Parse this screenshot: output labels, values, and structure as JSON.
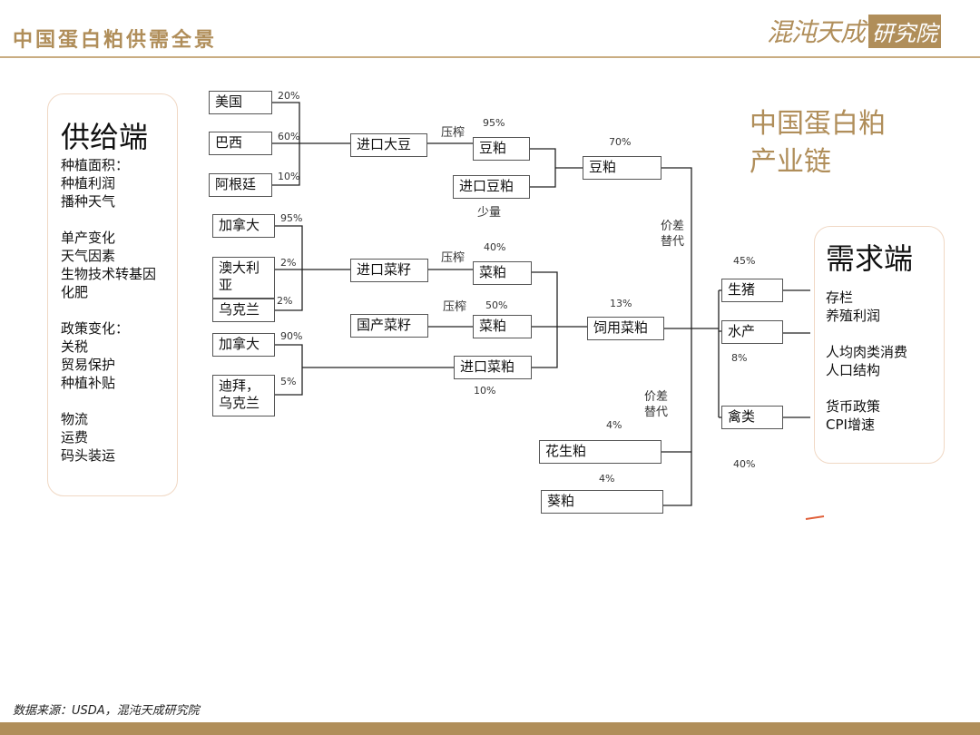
{
  "header": {
    "title": "中国蛋白粕供需全景",
    "logo_text": "混沌天成",
    "logo_box": "研究院"
  },
  "diagram_title": [
    "中国蛋白粕",
    "产业链"
  ],
  "supply_panel": {
    "title": "供给端",
    "groups": [
      [
        "种植面积：",
        "种植利润",
        "播种天气"
      ],
      [
        "单产变化",
        "天气因素",
        "生物技术转基因",
        "化肥"
      ],
      [
        "政策变化：",
        "关税",
        "贸易保护",
        "种植补贴"
      ],
      [
        "物流",
        "运费",
        "码头装运"
      ]
    ]
  },
  "demand_panel": {
    "title": "需求端",
    "groups": [
      [
        "存栏",
        "养殖利润"
      ],
      [
        "人均肉类消费",
        "人口结构"
      ],
      [
        "货币政策",
        "CPI增速"
      ]
    ]
  },
  "nodes": {
    "us": "美国",
    "brazil": "巴西",
    "argentina": "阿根廷",
    "canada1": "加拿大",
    "australia": "澳大利亚",
    "ukraine1": "乌克兰",
    "canada2": "加拿大",
    "dubai_ukraine": "迪拜，乌克兰",
    "imported_soybean": "进口大豆",
    "soymeal1": "豆粕",
    "imported_soymeal": "进口豆粕",
    "imported_rapeseed": "进口菜籽",
    "rapemeal1": "菜粕",
    "domestic_rapeseed": "国产菜籽",
    "rapemeal2": "菜粕",
    "imported_rapemeal": "进口菜粕",
    "soymeal_total": "豆粕",
    "feed_rapemeal": "饲用菜粕",
    "peanut_meal": "花生粕",
    "sunflower_meal": "葵粕",
    "hog": "生猪",
    "aquaculture": "水产",
    "poultry": "禽类"
  },
  "percentages": {
    "us": "20%",
    "brazil": "60%",
    "argentina": "10%",
    "canada1": "95%",
    "australia": "2%",
    "ukraine1": "2%",
    "canada2": "90%",
    "dubai_ukraine": "5%",
    "soymeal1": "95%",
    "soymeal_total": "70%",
    "rapemeal1": "40%",
    "rapemeal2": "50%",
    "imported_rapemeal": "10%",
    "feed_rapemeal": "13%",
    "peanut_meal": "4%",
    "sunflower_meal": "4%",
    "hog": "45%",
    "aquaculture": "8%",
    "poultry": "40%"
  },
  "labels": {
    "press1": "压榨",
    "press2": "压榨",
    "press3": "压榨",
    "small_amount": "少量",
    "substitute1": [
      "价差",
      "替代"
    ],
    "substitute2": [
      "价差",
      "替代"
    ]
  },
  "footer": {
    "source": "数据来源：USDA，混沌天成研究院"
  },
  "colors": {
    "accent": "#b08e5a",
    "panel_border": "#f0d8c4",
    "line": "#222222"
  }
}
